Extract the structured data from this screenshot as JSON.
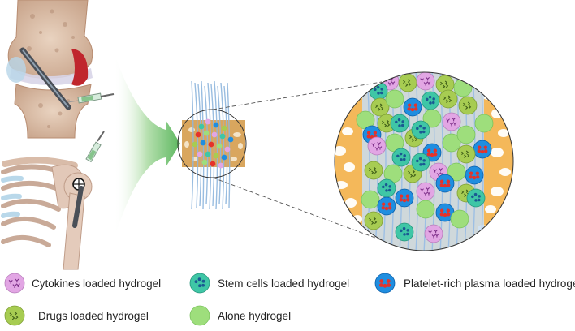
{
  "legend": {
    "cytokines": "Cytokines loaded hydrogel",
    "stem_cells": "Stem cells loaded hydrogel",
    "prp": "Platelet-rich plasma loaded hydrogel",
    "drugs": "Drugs loaded hydrogel",
    "alone": "Alone hydrogel"
  },
  "colors": {
    "cytokines_bead": "#e2a6e4",
    "cytokines_symbol": "#7a2c86",
    "stem_bead": "#3fc6a6",
    "stem_dot": "#1a5a92",
    "prp_bead": "#1f8ee0",
    "prp_dot": "#e5322a",
    "drugs_bead": "#a7cc52",
    "drugs_symbol": "#3b5a15",
    "alone_bead": "#9ede7c",
    "scaffold_fibers": "#a6c7e8",
    "bone_matrix": "#f2b455",
    "arrow": "#6cbf6c"
  },
  "icons": [
    "knee-joint-illustration",
    "syringe-icon",
    "shoulder-joint-illustration",
    "green-arrow",
    "hydrogel-scaffold",
    "magnified-hydrogel-cross-section"
  ]
}
